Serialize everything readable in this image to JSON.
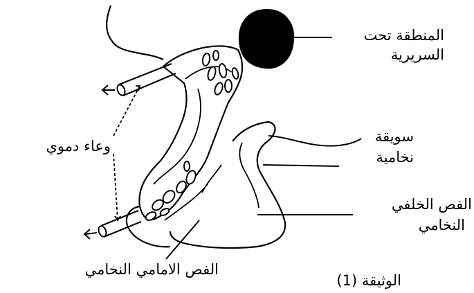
{
  "labels": {
    "hypothalamus_line1": "المنطقة تحت",
    "hypothalamus_line2": "السريرية",
    "blood_vessel": "وعاء دموي",
    "stalk_line1": "سويقة",
    "stalk_line2": "نخامية",
    "posterior_lobe_line1": "الفص الخلفي",
    "posterior_lobe_line2": "النخامي",
    "anterior_lobe": "الفص الامامي النخامي",
    "caption": "الوثيقة (1)"
  },
  "colors": {
    "ink": "#000000",
    "background": "#ffffff"
  }
}
